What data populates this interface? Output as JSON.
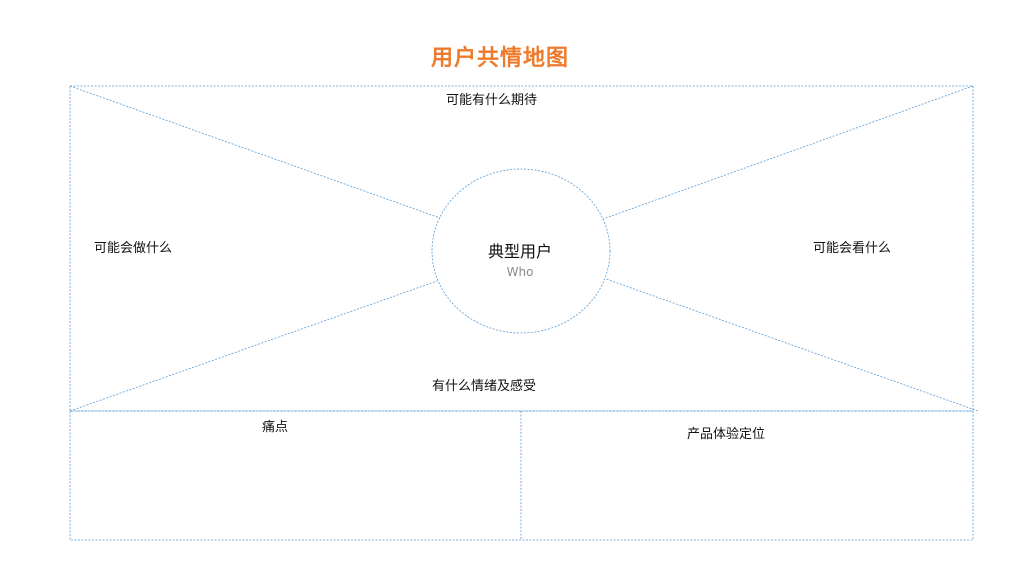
{
  "title": "用户共情地图",
  "center": {
    "title": "典型用户",
    "subtitle": "Who"
  },
  "quadrants": {
    "top": "可能有什么期待",
    "left": "可能会做什么",
    "right": "可能会看什么",
    "bottom": "有什么情绪及感受"
  },
  "bottom_panels": {
    "left": "痛点",
    "right": "产品体验定位"
  },
  "colors": {
    "title": "#ee7b2c",
    "line": "#5b9bd5"
  }
}
